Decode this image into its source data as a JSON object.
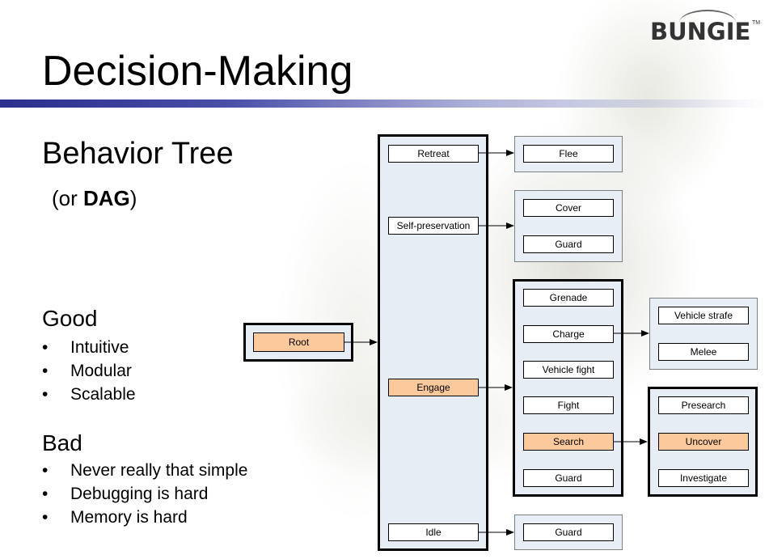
{
  "logo": {
    "text": "BUNGIE",
    "tm": "TM"
  },
  "title": "Decision-Making",
  "subtitle": "Behavior Tree",
  "dag": {
    "open": "(or ",
    "bold": "DAG",
    "close": ")"
  },
  "good": {
    "heading": "Good",
    "items": [
      "Intuitive",
      "Modular",
      "Scalable"
    ]
  },
  "bad": {
    "heading": "Bad",
    "items": [
      "Never really that simple",
      "Debugging is hard",
      "Memory is hard"
    ]
  },
  "colors": {
    "highlight": "#fbc99b",
    "group_fill": "#e6edf5",
    "title_bar": "#2b2e8c"
  },
  "tree": {
    "root": "Root",
    "level1": [
      "Retreat",
      "Self-preservation",
      "Engage",
      "Idle"
    ],
    "retreat": [
      "Flee"
    ],
    "self_preservation": [
      "Cover",
      "Guard"
    ],
    "engage": [
      "Grenade",
      "Charge",
      "Vehicle fight",
      "Fight",
      "Search",
      "Guard"
    ],
    "charge": [
      "Vehicle strafe",
      "Melee"
    ],
    "search": [
      "Presearch",
      "Uncover",
      "Investigate"
    ],
    "idle": [
      "Guard"
    ]
  }
}
